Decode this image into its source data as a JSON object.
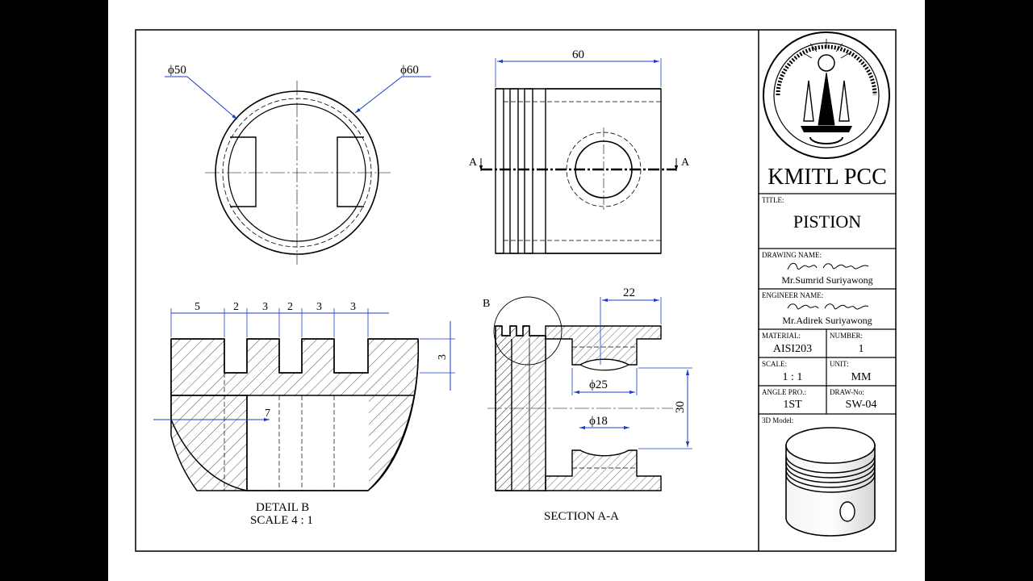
{
  "dimensions": {
    "top_dia_small": "ϕ50",
    "top_dia_large": "ϕ60",
    "length": "60",
    "section_mark": "A",
    "detail_mark": "B",
    "detail_widths": [
      "5",
      "2",
      "3",
      "2",
      "3",
      "3"
    ],
    "detail_height": "3",
    "detail_depth": "7",
    "sec_width": "22",
    "sec_dia_25": "ϕ25",
    "sec_dia_18": "ϕ18",
    "sec_height": "30"
  },
  "labels": {
    "detail_title": "DETAIL B",
    "detail_scale": "SCALE 4 : 1",
    "section_title": "SECTION A-A"
  },
  "title_block": {
    "org": "KMITL PCC",
    "title_caption": "TITLE:",
    "title": "PISTION",
    "drawing_name_caption": "DRAWING NAME:",
    "drawn_by": "Mr.Sumrid Suriyawong",
    "engineer_caption": "ENGINEER NAME:",
    "engineer": "Mr.Adirek Suriyawong",
    "material_caption": "MATERIAL:",
    "material": "AISI203",
    "number_caption": "NUMBER:",
    "number": "1",
    "scale_caption": "SCALE:",
    "scale": "1 : 1",
    "unit_caption": "UNIT:",
    "unit": "MM",
    "angle_caption": "ANGLE  PRO.:",
    "angle": "1ST",
    "draw_no_caption": "DRAW-No:",
    "draw_no": "SW-04",
    "model_caption": "3D Model:"
  },
  "colors": {
    "dimension": "#1a3ccf",
    "line": "#000000",
    "sheet": "#ffffff",
    "background": "#000000"
  }
}
